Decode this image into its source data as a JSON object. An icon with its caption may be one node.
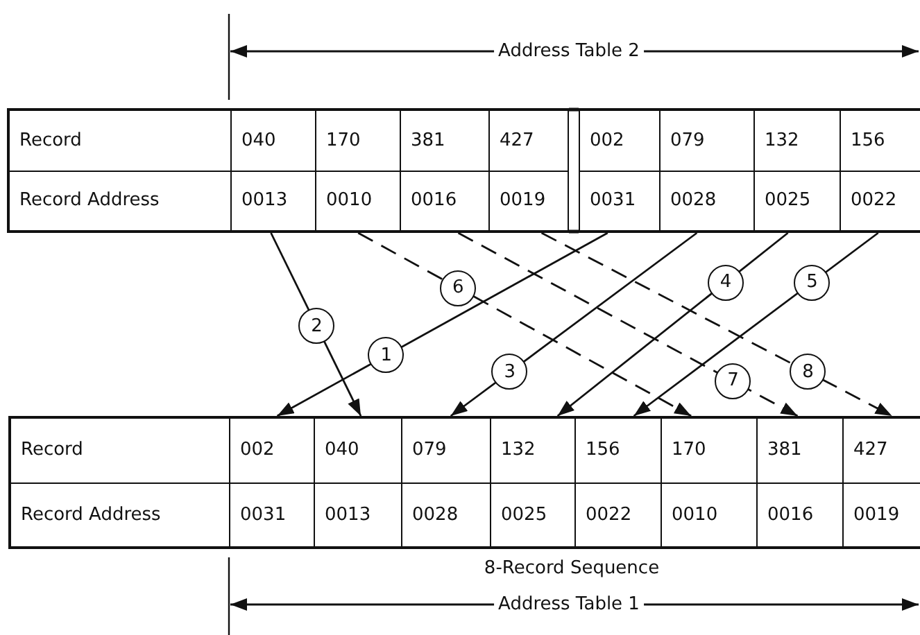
{
  "diagram": {
    "nodes": [
      {
        "text": [
          "Record",
          "Record Address"
        ]
      },
      {
        "text": [
          "040",
          "0013"
        ]
      },
      {
        "text": [
          "170",
          "0010"
        ]
      },
      {
        "text": [
          "381",
          "0016"
        ]
      },
      {
        "text": [
          "427",
          "0019"
        ]
      },
      {
        "text": [
          "002",
          "0031"
        ]
      },
      {
        "text": [
          "079",
          "0028"
        ]
      },
      {
        "text": [
          "132",
          "0025"
        ]
      },
      {
        "text": [
          "156",
          "0022"
        ]
      },
      {
        "text": [
          "Record",
          "Record Address"
        ]
      },
      {
        "text": [
          "002",
          "0031"
        ]
      },
      {
        "text": [
          "040",
          "0013"
        ]
      },
      {
        "text": [
          "079",
          "0028"
        ]
      },
      {
        "text": [
          "132",
          "0025"
        ]
      },
      {
        "text": [
          "156",
          "0022"
        ]
      },
      {
        "text": [
          "170",
          "0010"
        ]
      },
      {
        "text": [
          "381",
          "0016"
        ]
      },
      {
        "text": [
          "427",
          "0019"
        ]
      }
    ],
    "edges": [
      {
        "from": 5,
        "to": 10,
        "arrow": "to",
        "label": "1"
      },
      {
        "from": 1,
        "to": 11,
        "arrow": "to",
        "label": "2"
      },
      {
        "from": 6,
        "to": 12,
        "arrow": "to",
        "label": "3"
      },
      {
        "from": 7,
        "to": 13,
        "arrow": "to",
        "label": "4"
      },
      {
        "from": 8,
        "to": 14,
        "arrow": "to",
        "label": "5"
      },
      {
        "from": 2,
        "to": 15,
        "arrow": "to",
        "label": "6",
        "style": "dashed"
      },
      {
        "from": 3,
        "to": 16,
        "arrow": "to",
        "label": "7",
        "style": "dashed"
      },
      {
        "from": 4,
        "to": 17,
        "arrow": "to",
        "label": "8",
        "style": "dashed"
      }
    ],
    "labels": [
      "Address Table 2",
      "8-Record Sequence",
      "Address Table 1"
    ]
  }
}
